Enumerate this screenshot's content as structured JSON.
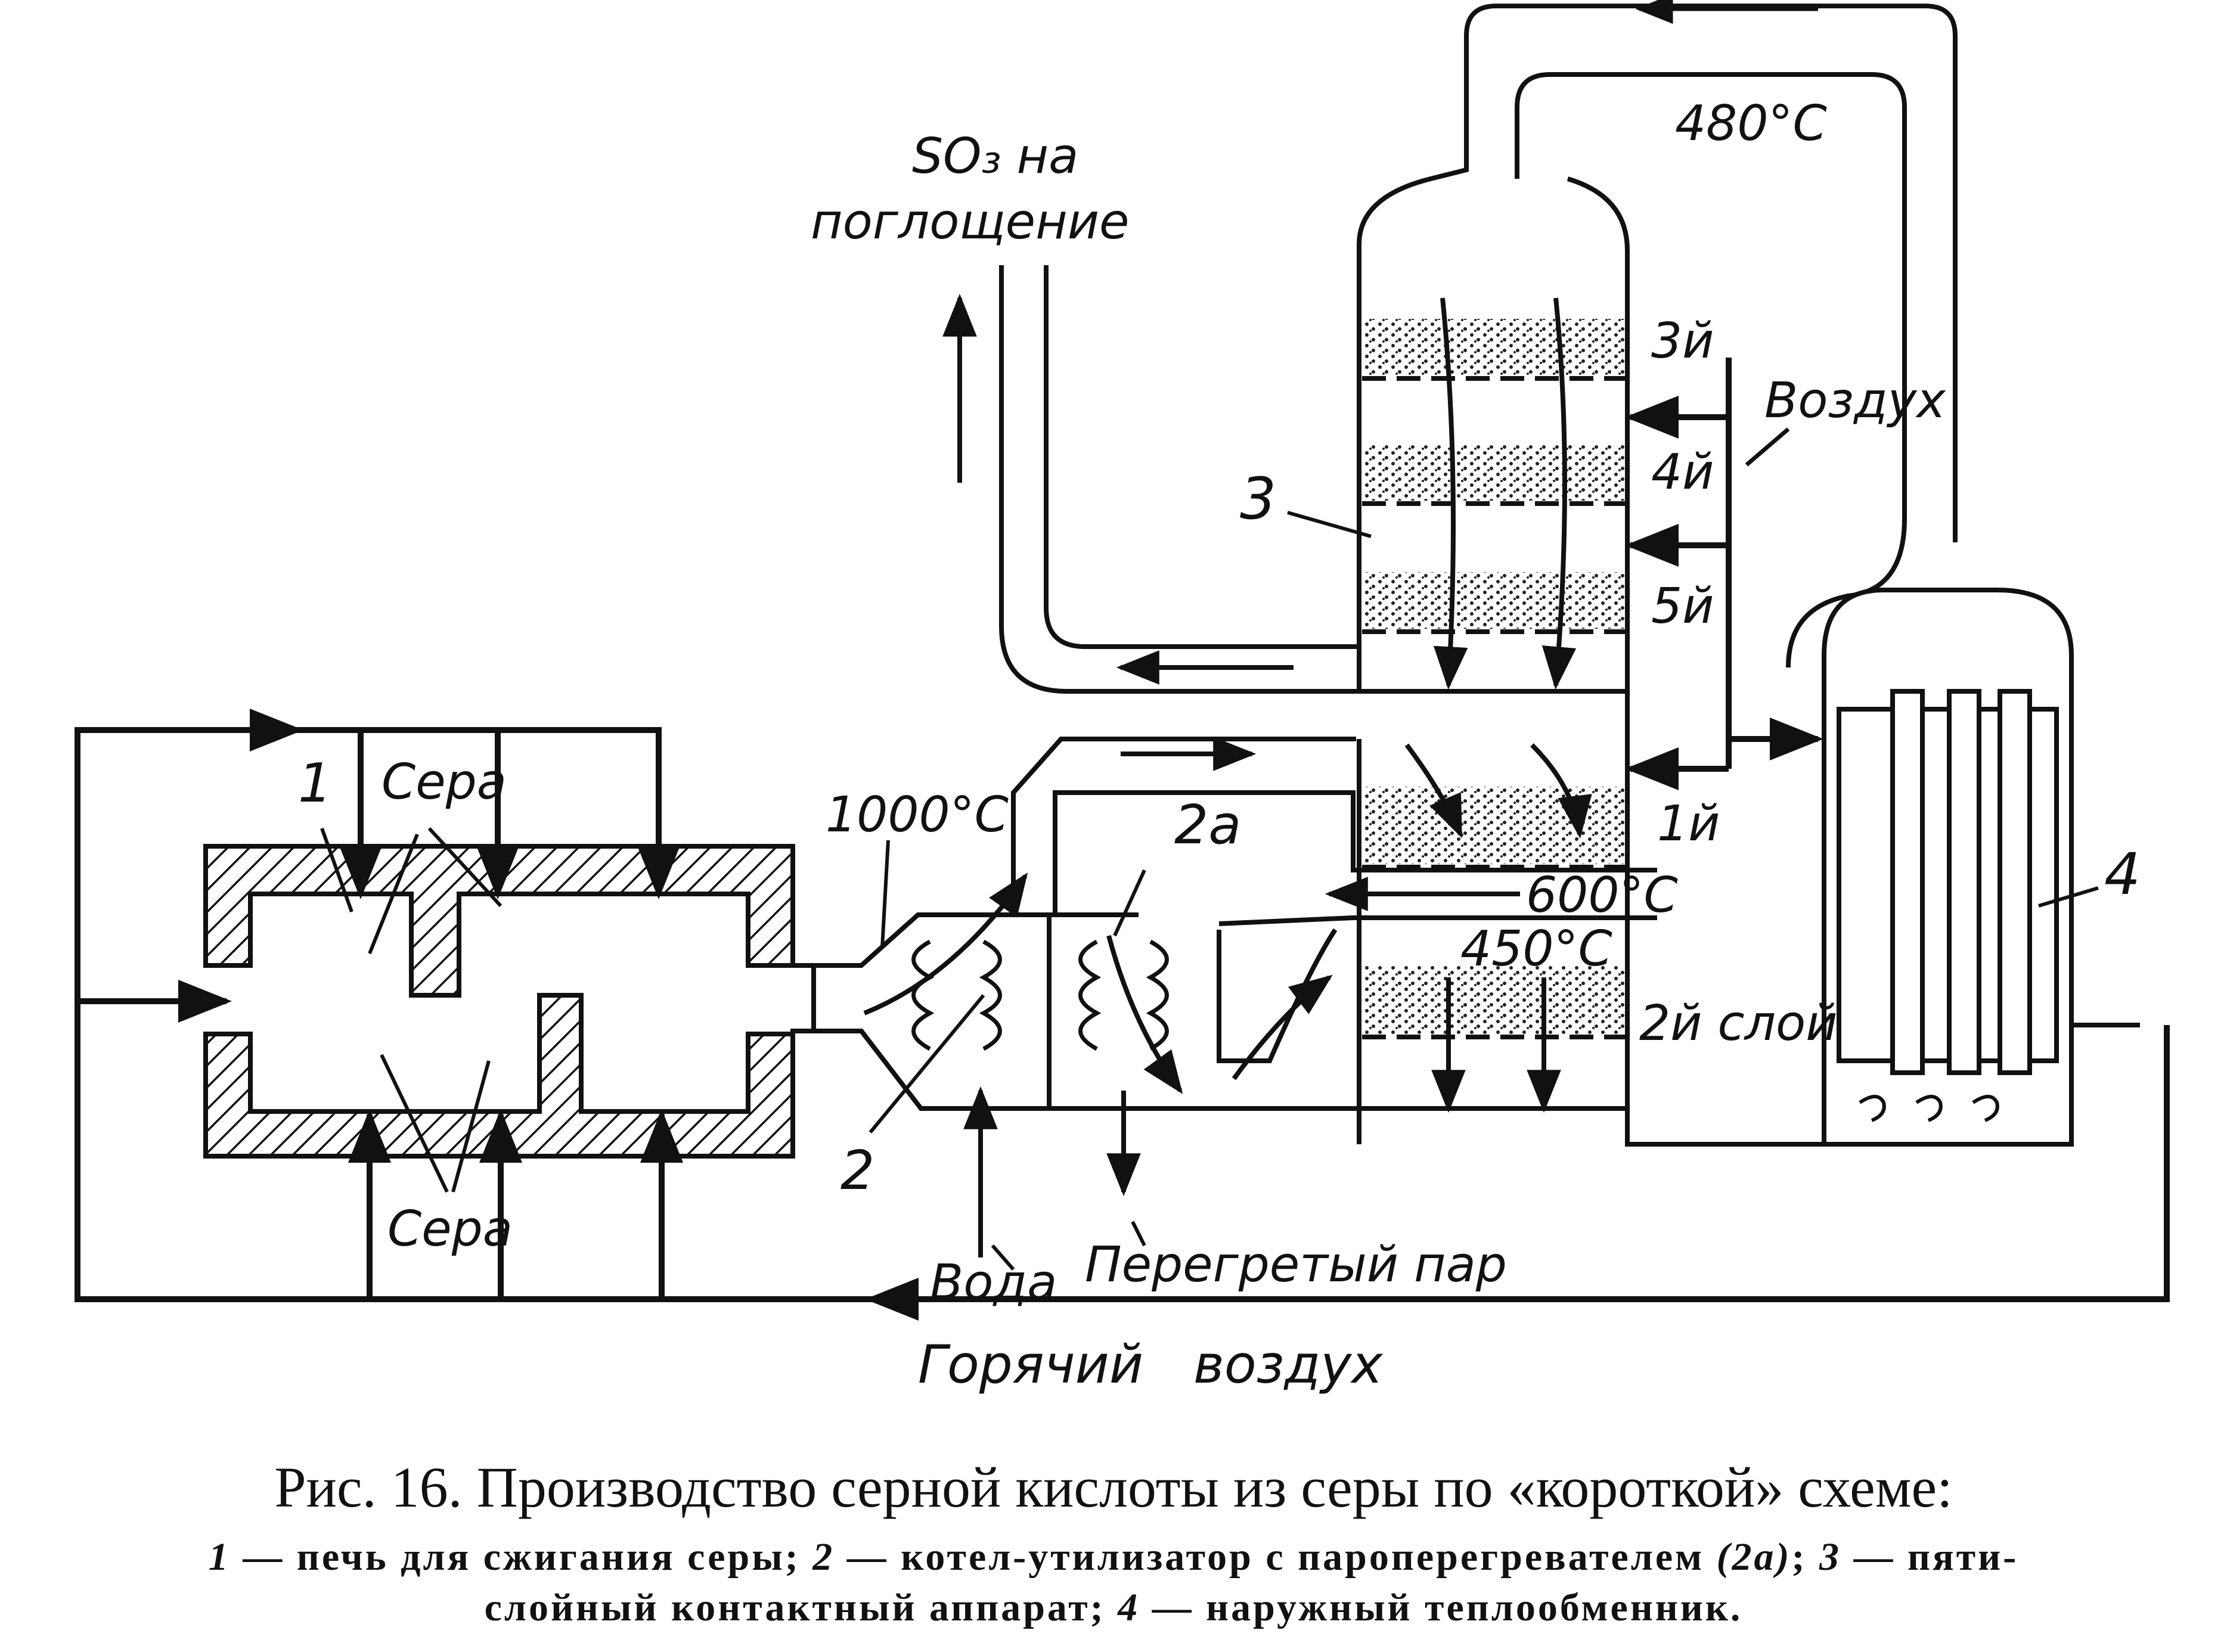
{
  "labels": {
    "so3_line1": "SO₃ на",
    "so3_line2": "поглощение",
    "temp_480": "480°C",
    "layer_3": "3й",
    "layer_4": "4й",
    "layer_5": "5й",
    "layer_1": "1й",
    "layer_2": "2й слой",
    "air": "Воздух",
    "num_1": "1",
    "num_2": "2",
    "num_2a": "2а",
    "num_3": "3",
    "num_4": "4",
    "sulfur_top": "Сера",
    "sulfur_bottom": "Сера",
    "temp_1000": "1000°C",
    "temp_600": "600°C",
    "temp_450": "450°C",
    "water": "Вода",
    "steam": "Перегретый пар",
    "hot_air": "Горячий   воздух"
  },
  "caption": {
    "title": "Рис. 16. Производство серной кислоты из серы по «короткой» схеме:",
    "l1_n1": "1",
    "l1_t1": " — печь для сжигания серы; ",
    "l1_n2": "2",
    "l1_t2": " — котел-утилизатор с пароперегревателем ",
    "l1_n3": "(2а)",
    "l1_t3": "; ",
    "l1_n4": "3",
    "l1_t4": " — пяти-",
    "l2_t1": "слойный контактный аппарат; ",
    "l2_n1": "4",
    "l2_t2": " — наружный теплообменник."
  }
}
